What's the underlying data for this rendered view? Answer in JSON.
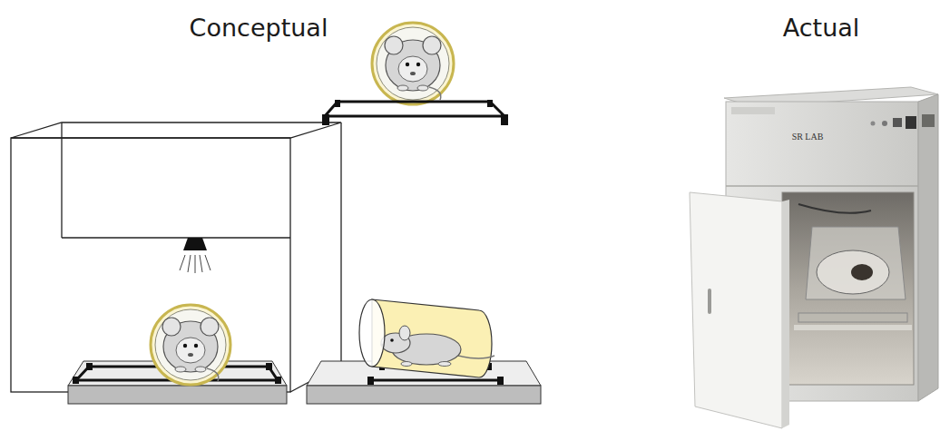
{
  "diagram": {
    "labels": [
      "Conceptual",
      "Actual",
      "SR LAB"
    ]
  }
}
